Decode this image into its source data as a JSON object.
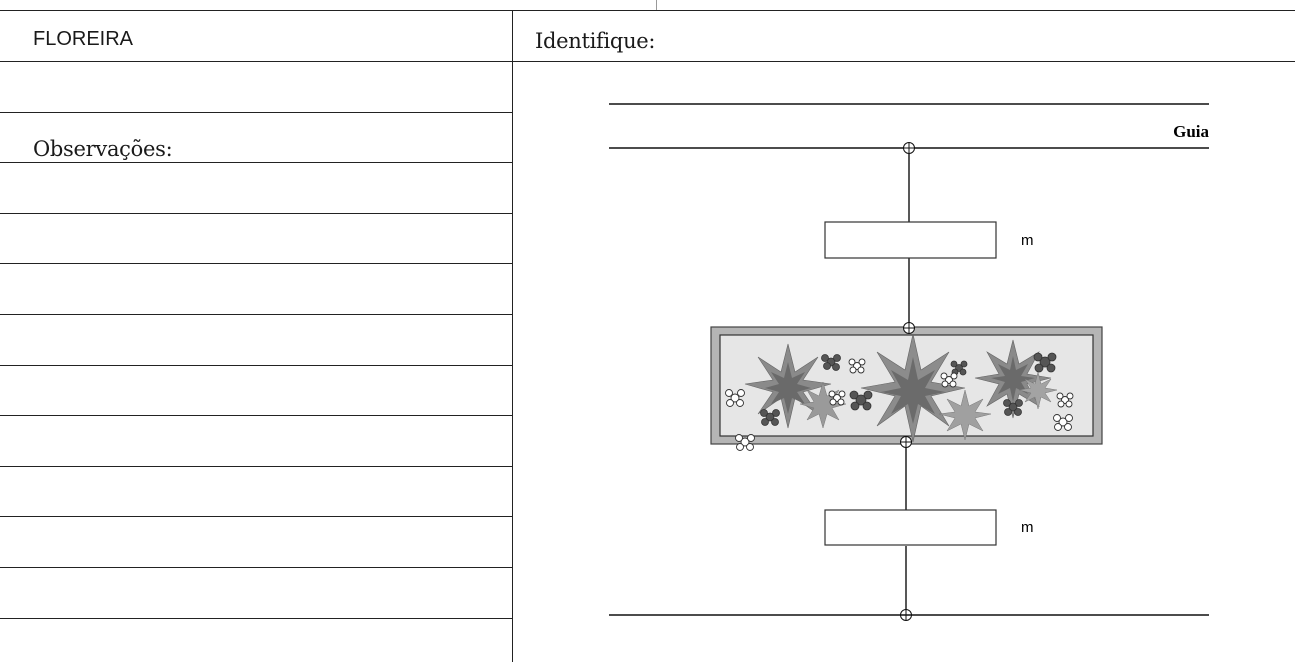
{
  "header": {
    "title": "FLOREIRA",
    "identify_label": "Identifique:"
  },
  "notes": {
    "label": "Observações:"
  },
  "diagram": {
    "guia_label": "Guia",
    "upper_measure": {
      "value": "",
      "unit": "m"
    },
    "lower_measure": {
      "value": "",
      "unit": "m"
    }
  }
}
